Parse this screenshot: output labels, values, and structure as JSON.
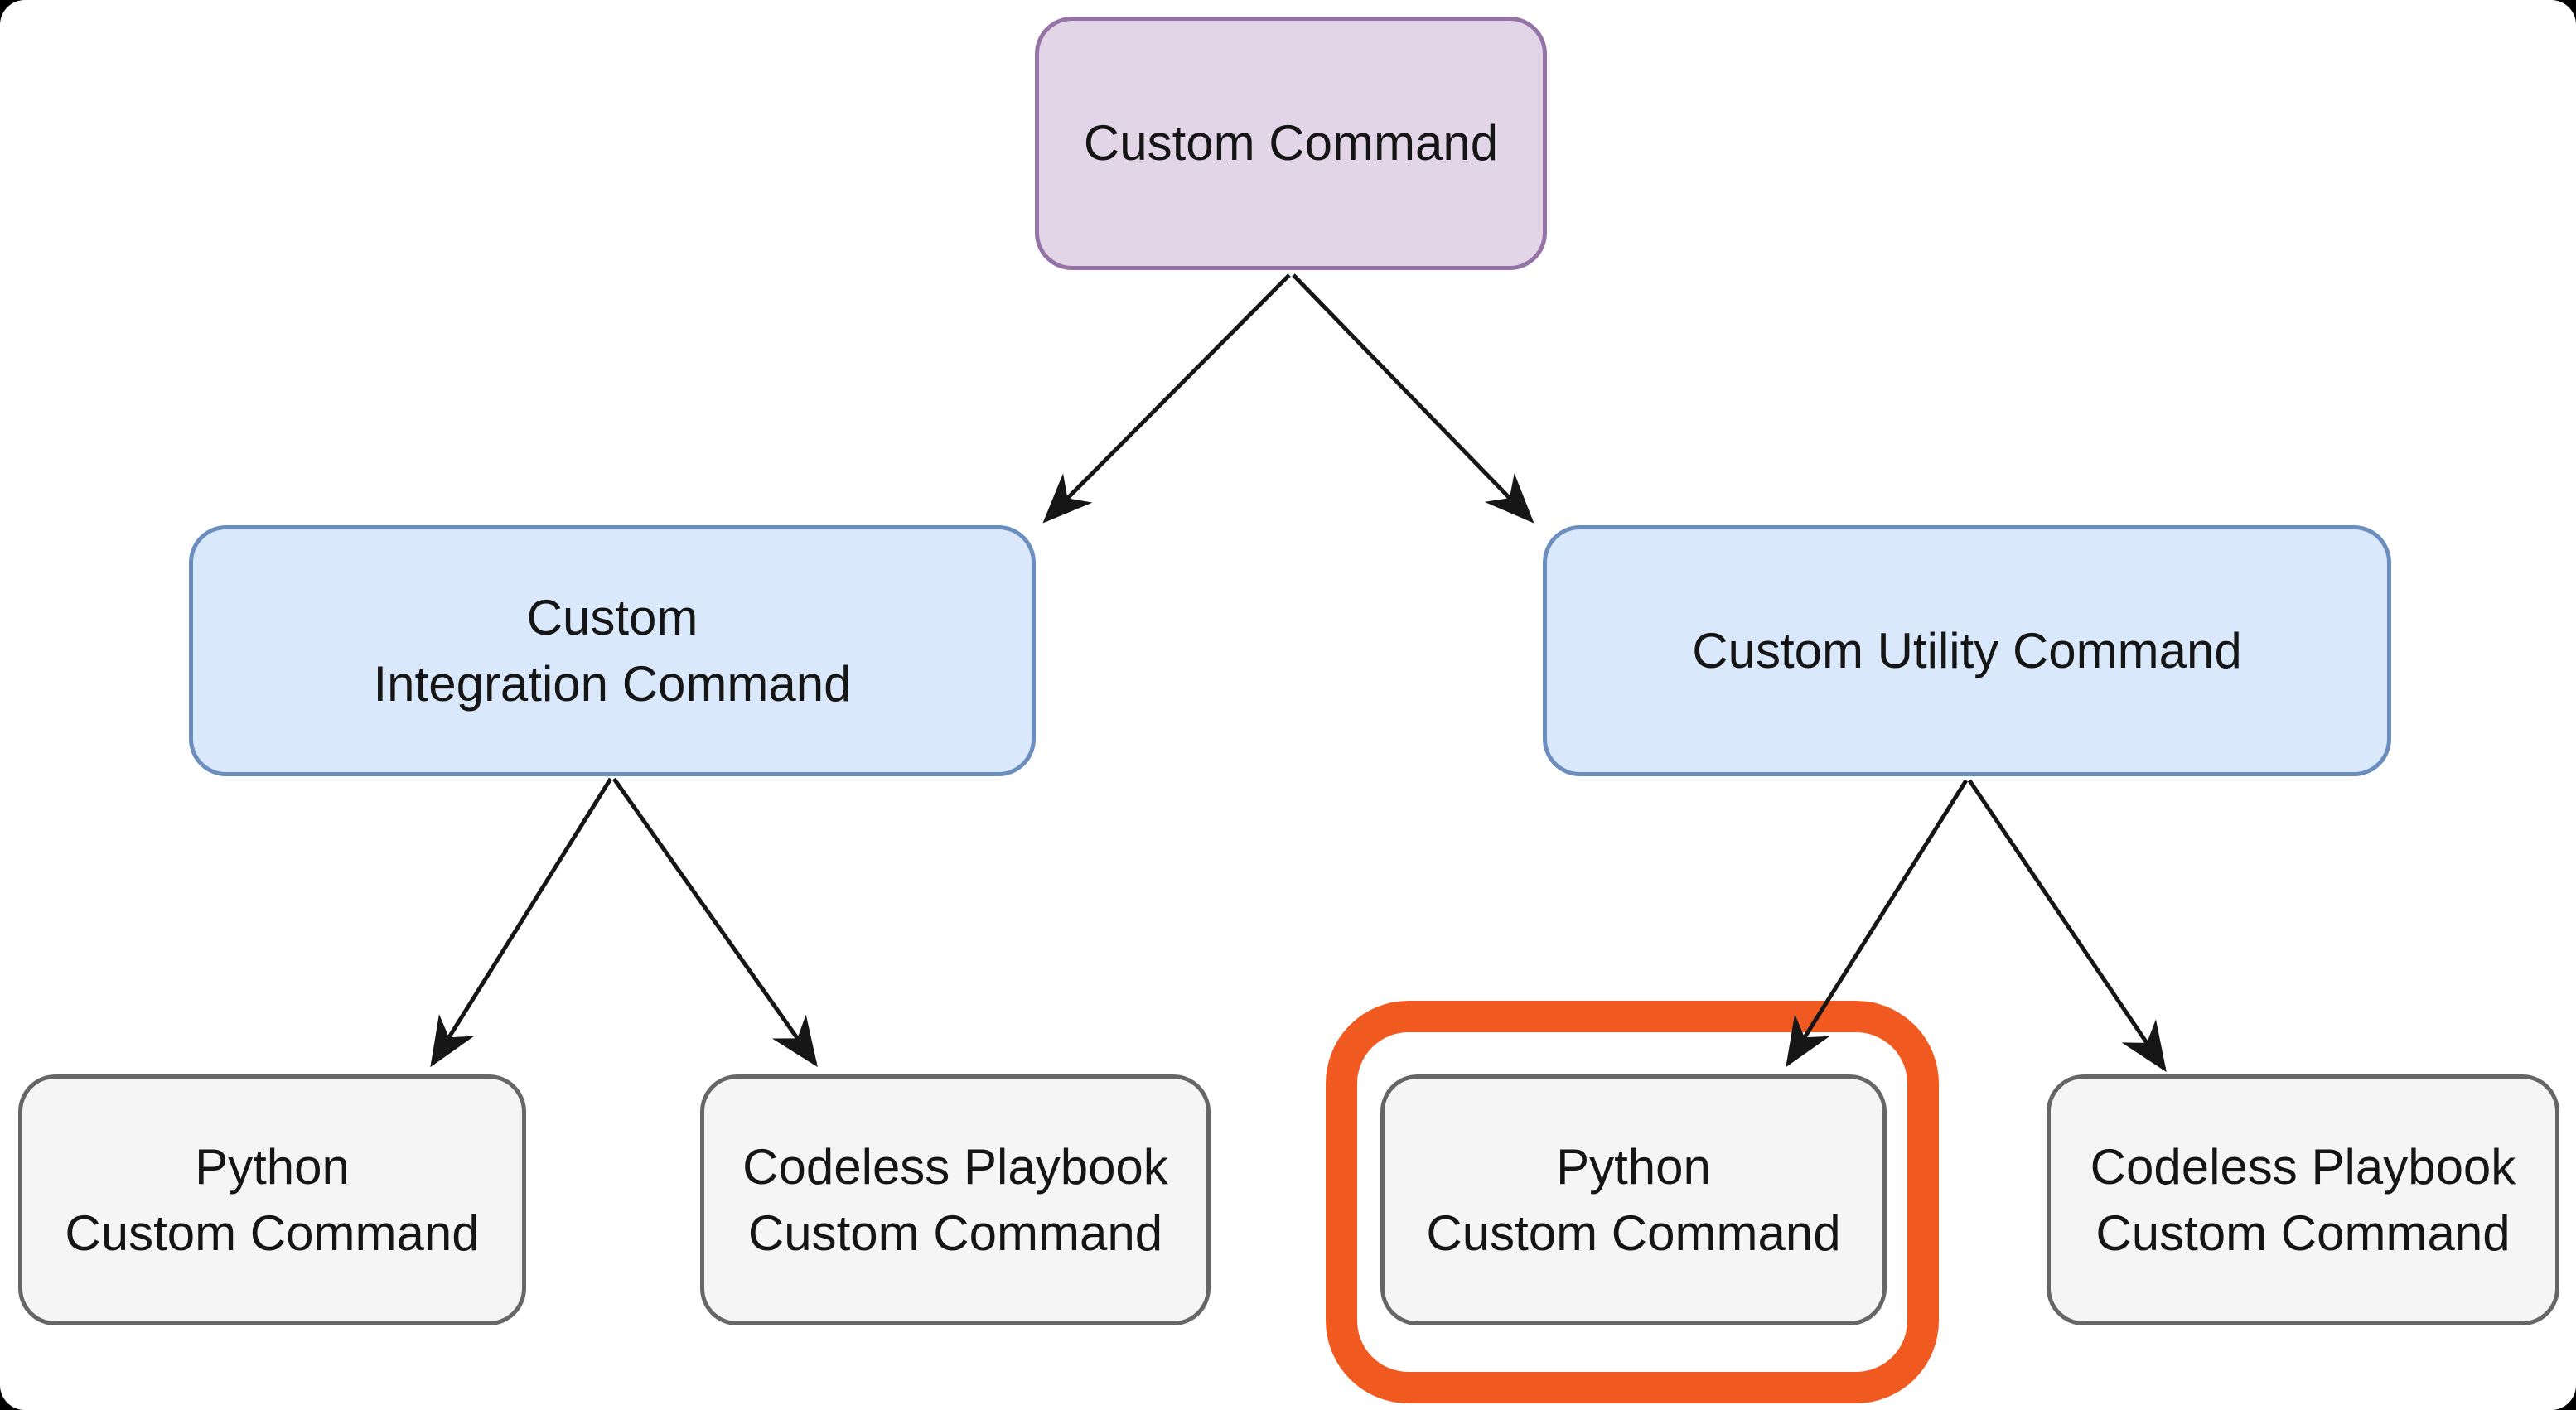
{
  "diagram": {
    "description": "Custom Command type hierarchy tree",
    "nodes": {
      "root": {
        "label": "Custom Command",
        "fill": "#E1D5E7",
        "border": "#9673A6"
      },
      "integration": {
        "label": "Custom\nIntegration Command",
        "fill": "#DAE8FC",
        "border": "#6C8EBF"
      },
      "utility": {
        "label": "Custom Utility Command",
        "fill": "#DAE8FC",
        "border": "#6C8EBF"
      },
      "python_integration": {
        "label": "Python\nCustom Command",
        "fill": "#F5F5F5",
        "border": "#666666"
      },
      "codeless_integration": {
        "label": "Codeless Playbook\nCustom Command",
        "fill": "#F5F5F5",
        "border": "#666666"
      },
      "python_utility": {
        "label": "Python\nCustom Command",
        "fill": "#F5F5F5",
        "border": "#666666",
        "highlighted": true
      },
      "codeless_utility": {
        "label": "Codeless Playbook\nCustom Command",
        "fill": "#F5F5F5",
        "border": "#666666"
      }
    },
    "edges": [
      {
        "from": "root",
        "to": "integration"
      },
      {
        "from": "root",
        "to": "utility"
      },
      {
        "from": "integration",
        "to": "python_integration"
      },
      {
        "from": "integration",
        "to": "codeless_integration"
      },
      {
        "from": "utility",
        "to": "python_utility"
      },
      {
        "from": "utility",
        "to": "codeless_utility"
      }
    ],
    "highlight": {
      "target": "python_utility",
      "color": "#F0591F"
    },
    "colors": {
      "canvas_background": "#FFFFFF",
      "outer_background": "#000000",
      "arrow": "#161616",
      "text": "#151515"
    }
  }
}
